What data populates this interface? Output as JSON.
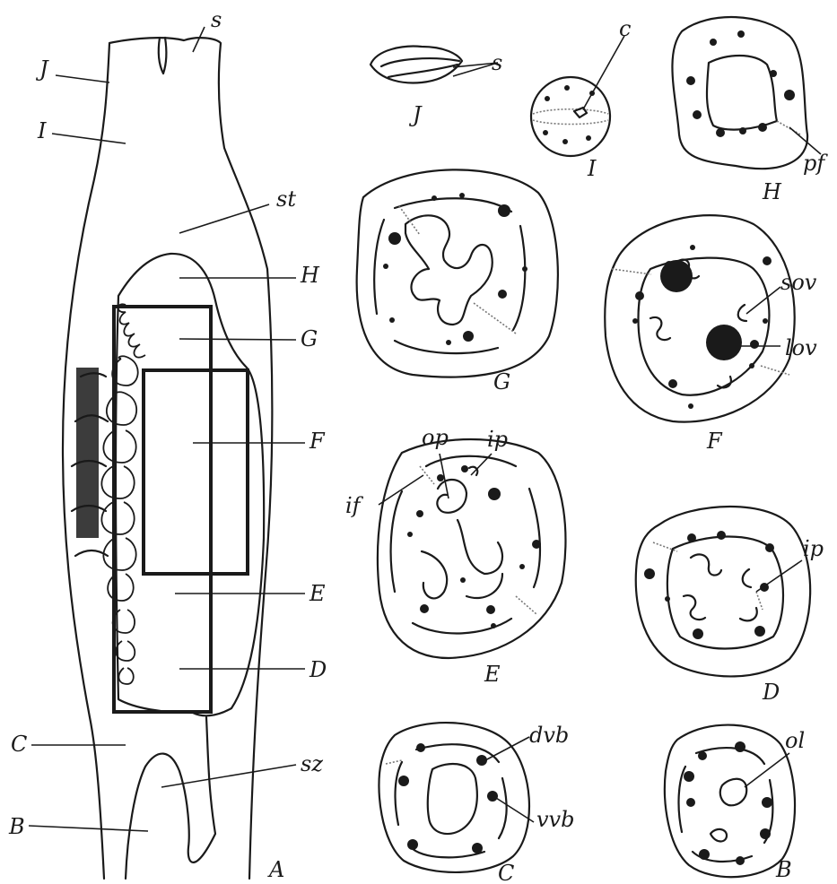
{
  "panel_labels": {
    "A": "A",
    "B": "B",
    "C": "C",
    "D": "D",
    "E": "E",
    "F": "F",
    "G": "G",
    "H": "H",
    "I": "I",
    "J": "J"
  },
  "overview_labels": {
    "J": "J",
    "I": "I",
    "s": "s",
    "st": "st",
    "H": "H",
    "G": "G",
    "F": "F",
    "E": "E",
    "D": "D",
    "C": "C",
    "sz": "sz",
    "B": "B"
  },
  "structure_labels": {
    "s": "s",
    "c": "c",
    "pf": "pf",
    "sov": "sov",
    "lov": "lov",
    "op": "op",
    "ip": "ip",
    "if": "if",
    "ip_d": "ip",
    "dvb": "dvb",
    "vvb": "vvb",
    "ol": "ol"
  },
  "colors": {
    "ink": "#1a1a1a",
    "background": "#ffffff"
  }
}
